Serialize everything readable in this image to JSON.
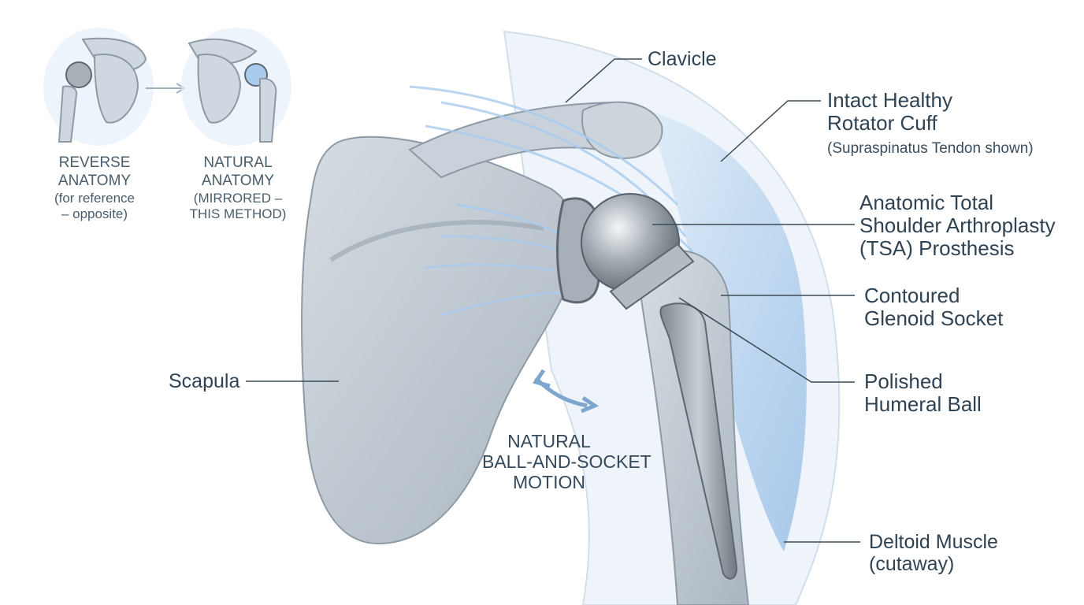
{
  "labels": {
    "clavicle": "Clavicle",
    "rotator_cuff": [
      "Intact Healthy",
      "Rotator Cuff"
    ],
    "rotator_cuff_note": "(Supraspinatus Tendon shown)",
    "prosthesis": [
      "Anatomic Total",
      "Shoulder Arthroplasty",
      "(TSA) Prosthesis"
    ],
    "glenoid": [
      "Contoured",
      "Glenoid Socket"
    ],
    "humeral_ball": [
      "Polished",
      "Humeral Ball"
    ],
    "deltoid": [
      "Deltoid Muscle",
      "(cutaway)"
    ],
    "scapula": "Scapula",
    "motion": [
      "NATURAL",
      "BALL-AND-SOCKET",
      "MOTION"
    ]
  },
  "insets": {
    "reverse": [
      "REVERSE",
      "ANATOMY",
      "(for reference",
      "– opposite)"
    ],
    "natural": [
      "NATURAL",
      "ANATOMY",
      "(MIRRORED –",
      "THIS METHOD)"
    ]
  },
  "colors": {
    "bone": "#b9c3cc",
    "bone_dark": "#8e9aa5",
    "muscle": "#9cc3ea",
    "metal": "#9aa2a9",
    "leader": "#3c4a55",
    "text": "#2f4353"
  }
}
